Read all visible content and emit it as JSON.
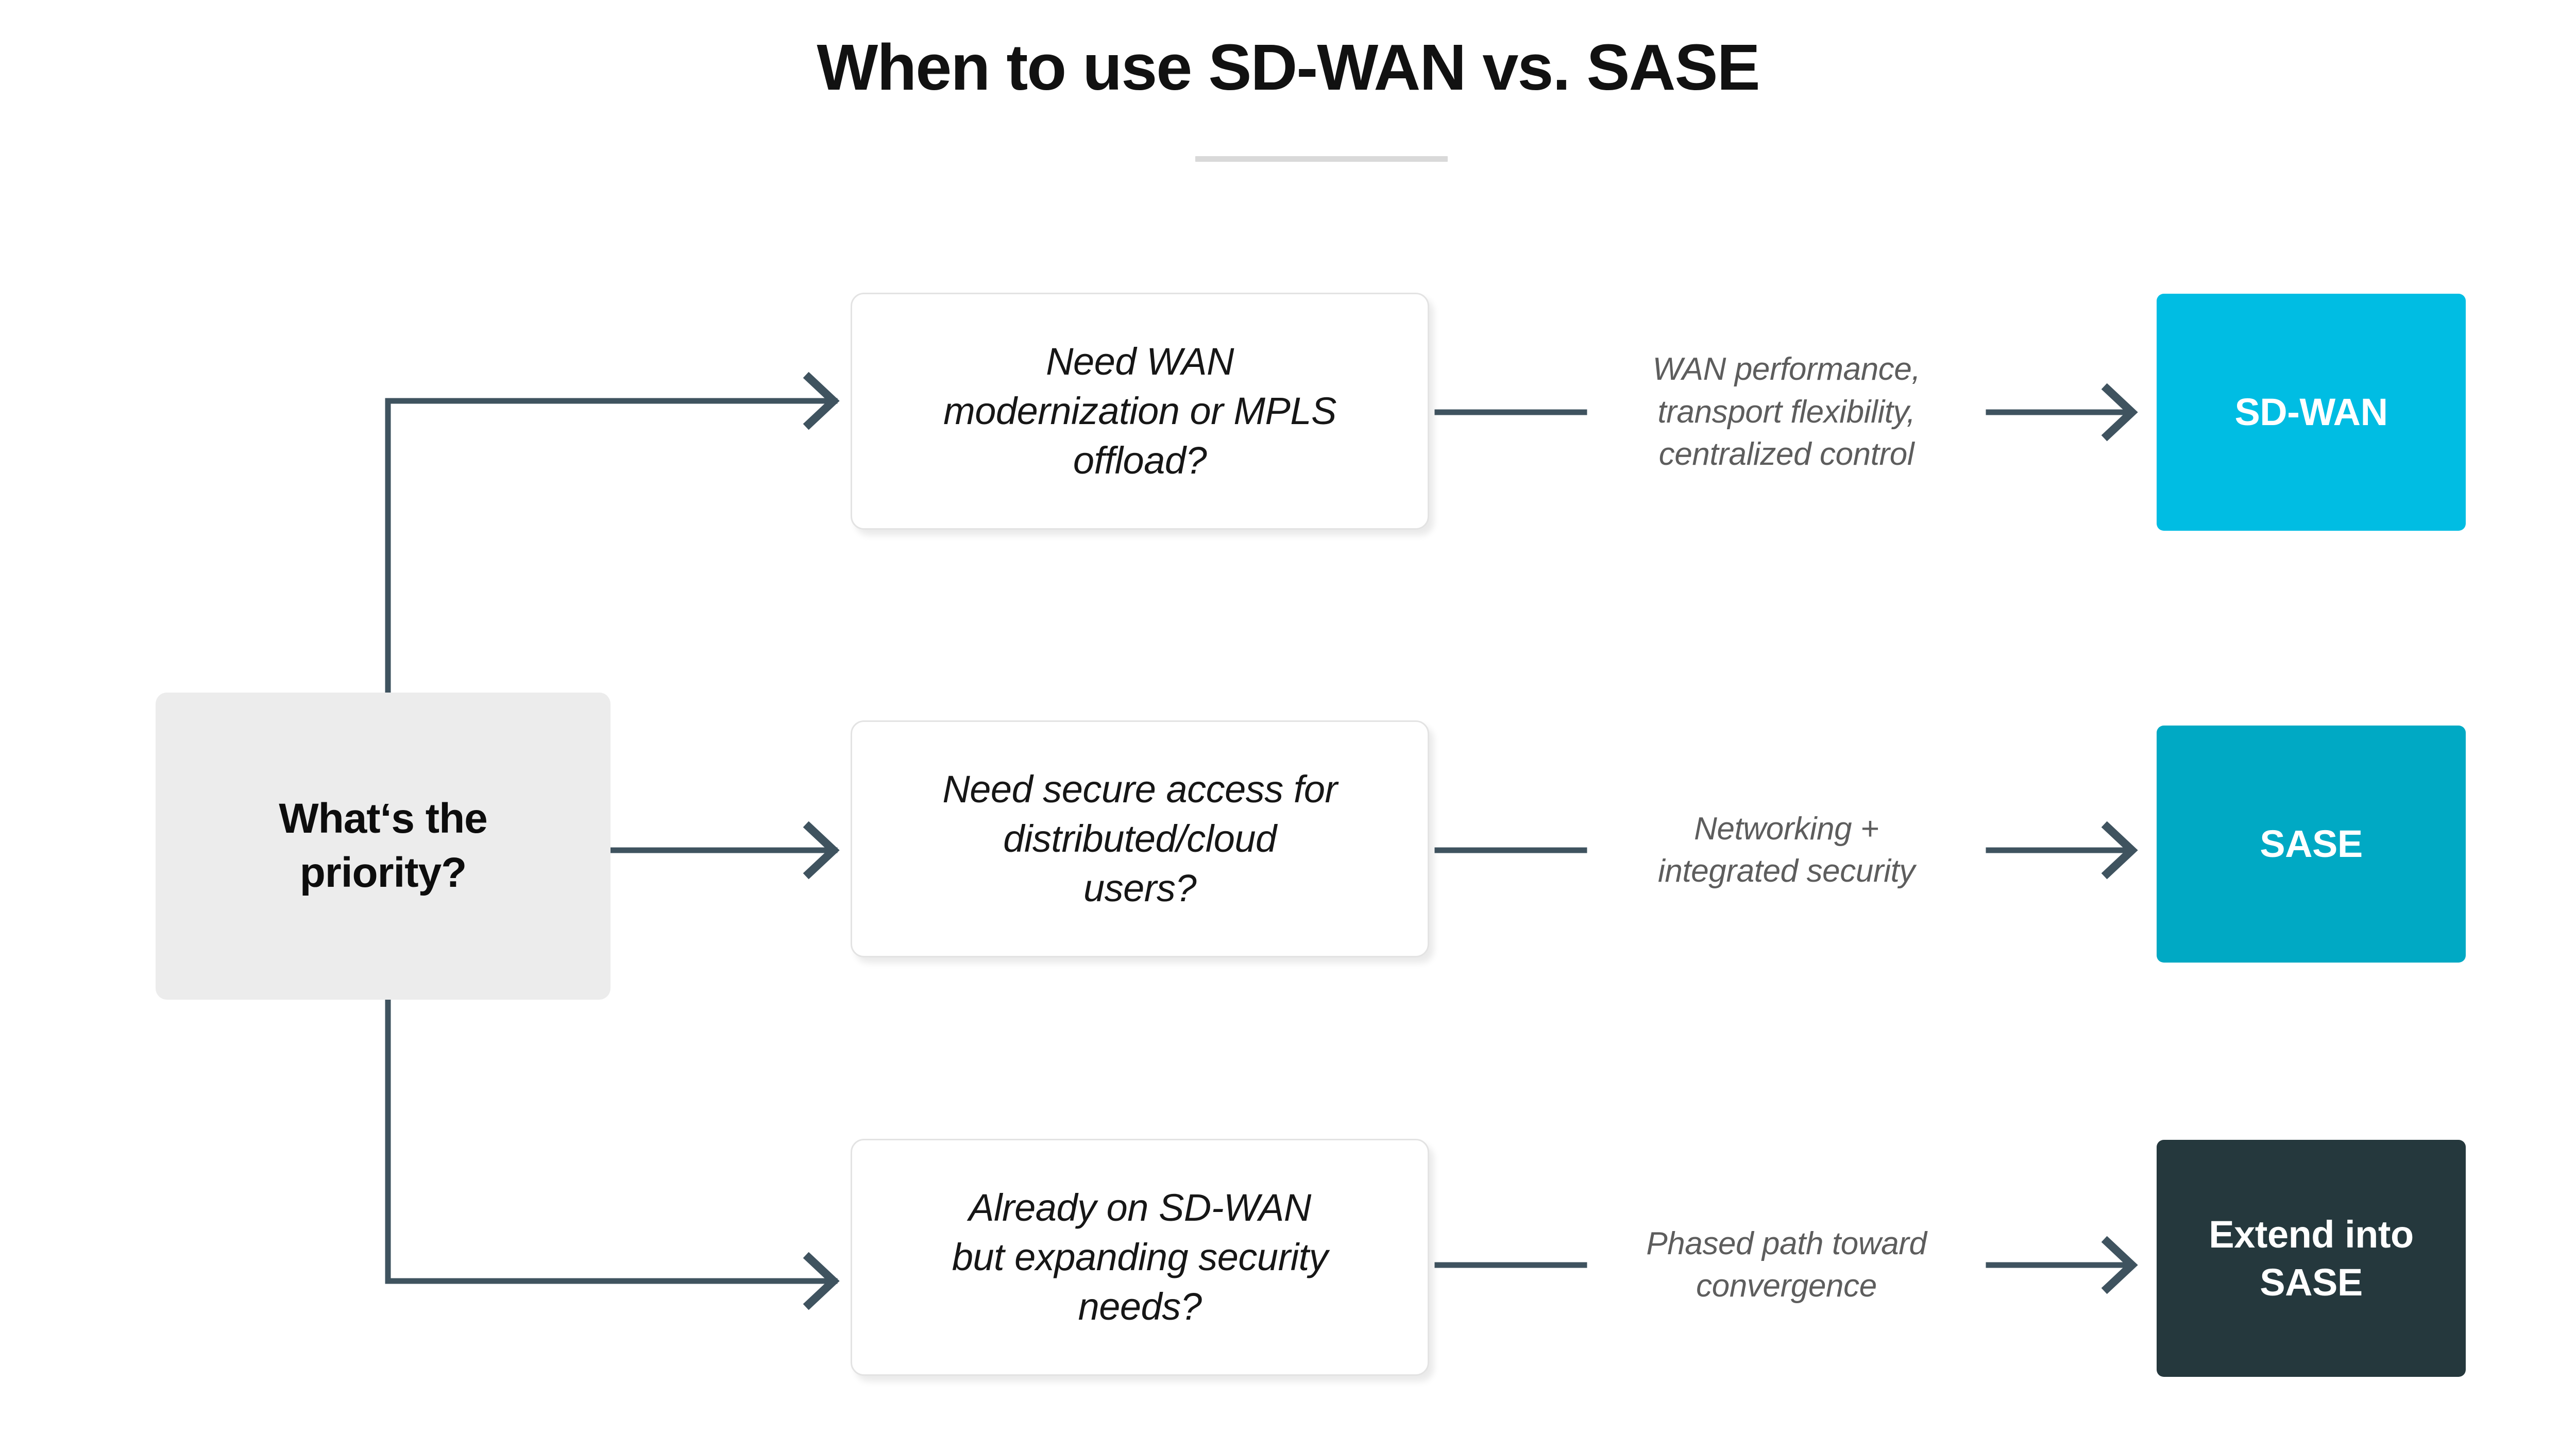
{
  "header": {
    "title": "When to use SD-WAN vs. SASE",
    "divider": true
  },
  "colors": {
    "background": "#ffffff",
    "title_text": "#111111",
    "divider": "#d9d9d9",
    "decision_box_bg": "#ececec",
    "question_box_bg": "#ffffff",
    "question_box_border": "#e3e3e3",
    "connector": "#3f535f",
    "edge_label_text": "#5d5d5d",
    "sdwan_box": "#00bde3",
    "sase_box": "#00a9c4",
    "extend_box": "#25383d"
  },
  "diagram": {
    "type": "decision-flow",
    "root": {
      "id": "decision-root",
      "label": "What‘s the priority?",
      "lines": [
        "What‘s the",
        "priority?"
      ]
    },
    "branches": [
      {
        "id": "branch-sdwan",
        "question": {
          "label": "Need WAN modernization or MPLS offload?",
          "lines": [
            "Need WAN",
            "modernization or MPLS",
            "offload?"
          ]
        },
        "edge_label": {
          "label": "WAN performance, transport flexibility, centralized control",
          "lines": [
            "WAN performance,",
            "transport flexibility,",
            "centralized control"
          ]
        },
        "outcome": {
          "label": "SD-WAN",
          "lines": [
            "SD-WAN"
          ],
          "color": "#00bde3"
        }
      },
      {
        "id": "branch-sase",
        "question": {
          "label": "Need secure access for distributed/cloud users?",
          "lines": [
            "Need secure access for",
            "distributed/cloud",
            "users?"
          ]
        },
        "edge_label": {
          "label": "Networking + integrated security",
          "lines": [
            "Networking +",
            "integrated security"
          ]
        },
        "outcome": {
          "label": "SASE",
          "lines": [
            "SASE"
          ],
          "color": "#00a9c4"
        }
      },
      {
        "id": "branch-extend",
        "question": {
          "label": "Already on SD-WAN but expanding security needs?",
          "lines": [
            "Already on SD-WAN",
            "but expanding security",
            "needs?"
          ]
        },
        "edge_label": {
          "label": "Phased path toward convergence",
          "lines": [
            "Phased path toward",
            "convergence"
          ]
        },
        "outcome": {
          "label": "Extend into SASE",
          "lines": [
            "Extend into",
            "SASE"
          ],
          "color": "#25383d"
        }
      }
    ],
    "connectors": [
      {
        "name": "root-to-question-top",
        "style": "elbow-up",
        "arrowhead": true
      },
      {
        "name": "root-to-question-middle",
        "style": "straight",
        "arrowhead": true
      },
      {
        "name": "root-to-question-bottom",
        "style": "elbow-down",
        "arrowhead": true
      },
      {
        "name": "question-to-label-top",
        "style": "straight",
        "arrowhead": false
      },
      {
        "name": "question-to-label-middle",
        "style": "straight",
        "arrowhead": false
      },
      {
        "name": "question-to-label-bottom",
        "style": "straight",
        "arrowhead": false
      },
      {
        "name": "label-to-outcome-top",
        "style": "straight",
        "arrowhead": true
      },
      {
        "name": "label-to-outcome-middle",
        "style": "straight",
        "arrowhead": true
      },
      {
        "name": "label-to-outcome-bottom",
        "style": "straight",
        "arrowhead": true
      }
    ]
  }
}
